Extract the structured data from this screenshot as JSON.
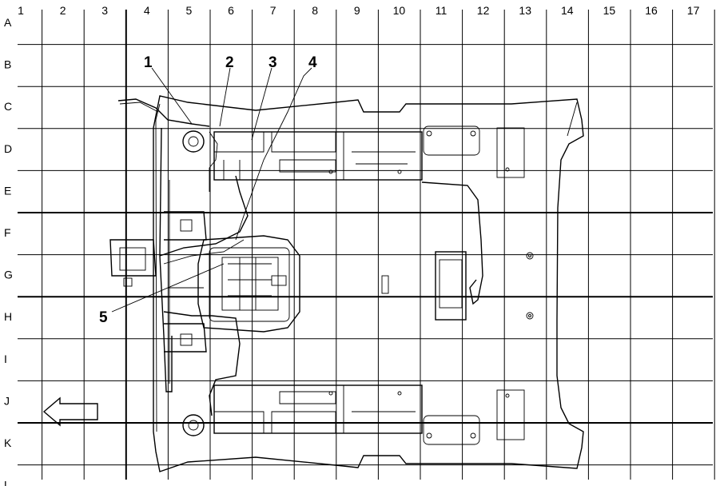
{
  "grid": {
    "columns": [
      "1",
      "2",
      "3",
      "4",
      "5",
      "6",
      "7",
      "8",
      "9",
      "10",
      "11",
      "12",
      "13",
      "14",
      "15",
      "16",
      "17"
    ],
    "rows": [
      "A",
      "B",
      "C",
      "D",
      "E",
      "F",
      "G",
      "H",
      "I",
      "J",
      "K",
      "L"
    ]
  },
  "callouts": [
    "1",
    "2",
    "3",
    "4",
    "5"
  ],
  "icons": {
    "direction_arrow": "left-arrow-icon"
  }
}
